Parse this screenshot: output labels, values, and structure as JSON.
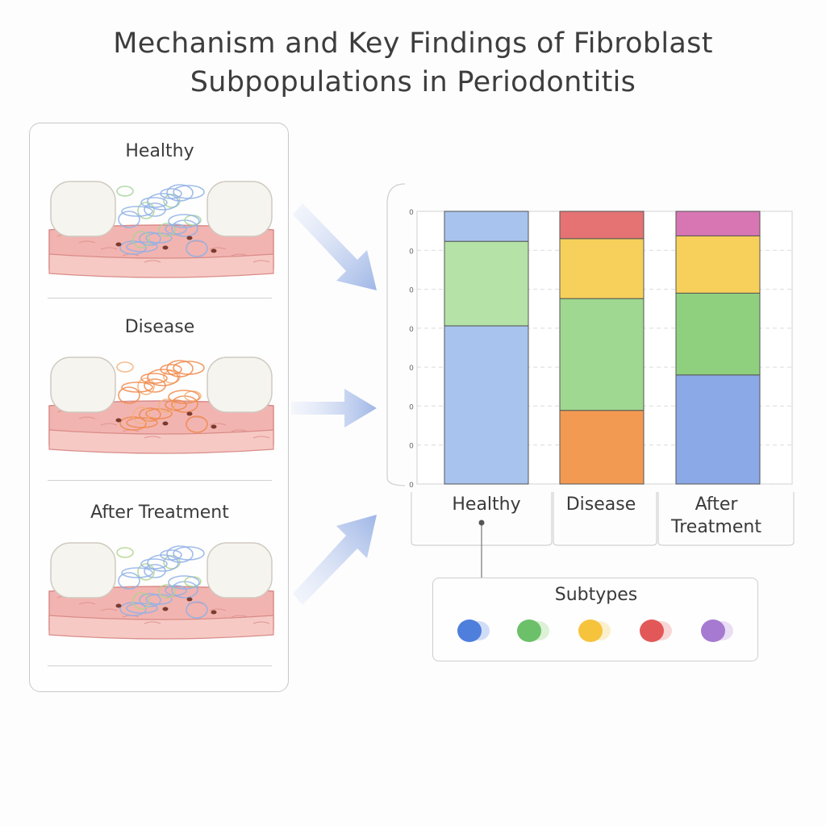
{
  "title": {
    "line1": "Mechanism and Key Findings of Fibroblast",
    "line2": "Subpopulations in Periodontitis"
  },
  "stages": [
    {
      "label": "Healthy",
      "fiber_color": "#8fb0e6",
      "accent_color": "#a6d49a"
    },
    {
      "label": "Disease",
      "fiber_color": "#f08a4b",
      "accent_color": "#f3b27a"
    },
    {
      "label": "After Treatment",
      "fiber_color": "#8fb0e6",
      "accent_color": "#b2d48c"
    }
  ],
  "chart_data": {
    "type": "bar",
    "stacked": true,
    "categories": [
      "Healthy",
      "Disease",
      "After Treatment"
    ],
    "y_tick_labels": [
      "0",
      "0",
      "0",
      "0",
      "0",
      "0",
      "0",
      "0"
    ],
    "segments": [
      [
        {
          "color": "#a8c4ee",
          "value": 58
        },
        {
          "color": "#b5e2a6",
          "value": 31
        },
        {
          "color": "#a8c4ee",
          "value": 11
        }
      ],
      [
        {
          "color": "#f39a52",
          "value": 27
        },
        {
          "color": "#9fd890",
          "value": 41
        },
        {
          "color": "#f6d05a",
          "value": 22
        },
        {
          "color": "#e57373",
          "value": 10
        }
      ],
      [
        {
          "color": "#8aa9e6",
          "value": 40
        },
        {
          "color": "#8fd07f",
          "value": 30
        },
        {
          "color": "#f6d05a",
          "value": 21
        },
        {
          "color": "#d876b4",
          "value": 9
        }
      ]
    ]
  },
  "legend": {
    "title": "Subtypes",
    "swatches": [
      {
        "name": "blue",
        "color": "#4f7fdc",
        "shadow": "#9bb4f0"
      },
      {
        "name": "green",
        "color": "#6cc06a",
        "shadow": "#b4e2a6"
      },
      {
        "name": "yellow",
        "color": "#f6c33d",
        "shadow": "#f9df93"
      },
      {
        "name": "red",
        "color": "#e25858",
        "shadow": "#f2a6a6"
      },
      {
        "name": "purple",
        "color": "#a57ad0",
        "shadow": "#d2b8ea"
      }
    ]
  }
}
